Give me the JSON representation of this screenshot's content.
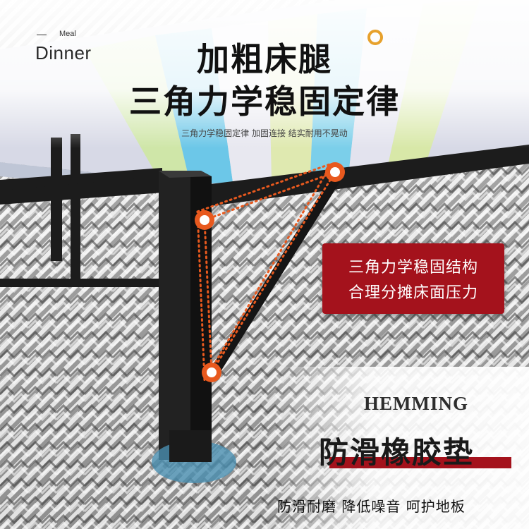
{
  "brand": {
    "small": "Meal",
    "big": "Dinner"
  },
  "headline": {
    "line1": "加粗床腿",
    "line2": "三角力学稳固定律"
  },
  "subline": "三角力学稳固定律 加固连接 结实耐用不晃动",
  "callout": {
    "line1": "三角力学稳固结构",
    "line2": "合理分摊床面压力"
  },
  "pad": {
    "brand": "HEMMING",
    "title": "防滑橡胶垫",
    "features": "防滑耐磨 降低噪音 呵护地板"
  },
  "colors": {
    "accent_red": "#a4121c",
    "accent_orange": "#e8591e",
    "ring_yellow": "#e7a12c",
    "frame": "#1c1c1c"
  },
  "icons": {
    "brand_ring": "ring-icon",
    "bolt": "bolt-icon"
  }
}
